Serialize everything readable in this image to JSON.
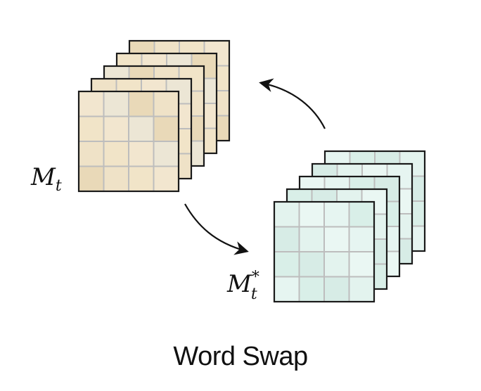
{
  "caption": "Word Swap",
  "groups": [
    {
      "id": "source",
      "label_base": "M",
      "label_sub": "t",
      "label_sup": "",
      "layers": 5,
      "grid_size": 4,
      "colors": [
        "#f2e6cf",
        "#efe2c7",
        "#ece6d5",
        "#f1e4c8",
        "#e9d9b8"
      ]
    },
    {
      "id": "target",
      "label_base": "M",
      "label_sub": "t",
      "label_sup": "*",
      "layers": 5,
      "grid_size": 4,
      "colors": [
        "#e3f3ee",
        "#d9efe8",
        "#eaf7f3",
        "#d7ece6",
        "#e6f5f1"
      ]
    }
  ],
  "arrows": [
    {
      "name": "swap-arrow-forward",
      "direction": "source-to-target"
    },
    {
      "name": "swap-arrow-back",
      "direction": "target-to-source"
    }
  ]
}
